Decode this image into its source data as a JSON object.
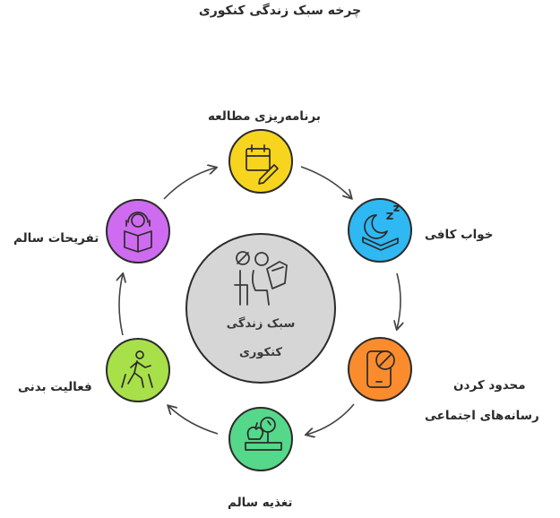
{
  "title": "چرخه سبک زندگی کنکوری",
  "center": {
    "line1": "سبک زندگی",
    "line2": "کنکوری"
  },
  "nodes": [
    {
      "label": "برنامه‌ریزی مطالعه",
      "icon": "calendar-pen-icon",
      "color": "#f7d51e"
    },
    {
      "label": "خواب کافی",
      "icon": "sleeping-moon-icon",
      "color": "#2fb8f2"
    },
    {
      "label_line1": "محدود کردن",
      "label_line2": "رسانه‌های اجتماعی",
      "icon": "phone-blocked-icon",
      "color": "#fb8c2e"
    },
    {
      "label": "تغذیه سالم",
      "icon": "scale-apple-icon",
      "color": "#55d88a"
    },
    {
      "label": "فعالیت بدنی",
      "icon": "running-person-icon",
      "color": "#a8e04a"
    },
    {
      "label": "تفریحات سالم",
      "icon": "reading-headphones-icon",
      "color": "#cf6bf0"
    }
  ],
  "colors": {
    "center": "#d6d6d6",
    "stroke": "#2b2b2b",
    "arrow": "#444444"
  }
}
